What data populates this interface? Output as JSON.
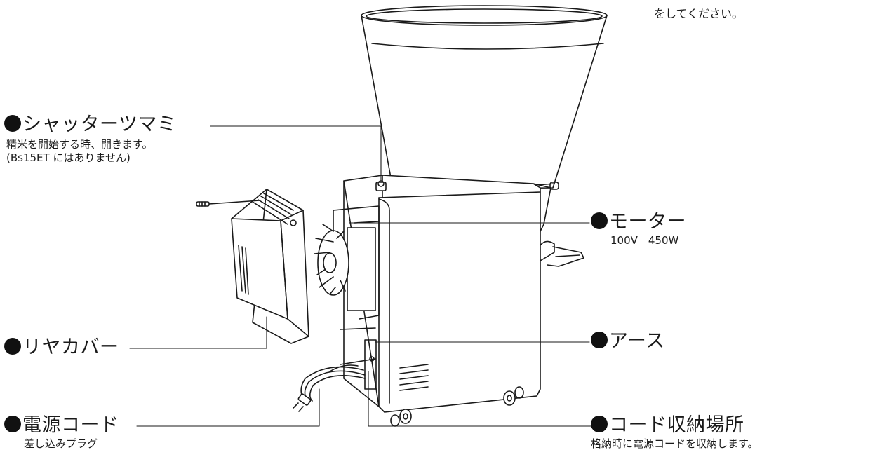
{
  "top_note": "をしてください。",
  "callouts": {
    "shutter": {
      "title": "シャッターツマミ",
      "desc": [
        "精米を開始する時、開きます。",
        "(Bs15ET にはありません)"
      ]
    },
    "motor": {
      "title": "モーター",
      "desc": [
        "100V　450W"
      ]
    },
    "rear": {
      "title": "リヤカバー"
    },
    "earth": {
      "title": "アース"
    },
    "cord": {
      "title": "電源コード",
      "desc": [
        "差し込みプラグ"
      ]
    },
    "storage": {
      "title": "コード収納場所",
      "desc": [
        "格納時に電源コードを収納します。"
      ]
    }
  },
  "colors": {
    "ink": "#1a1a1a",
    "fill": "#ffffff"
  }
}
